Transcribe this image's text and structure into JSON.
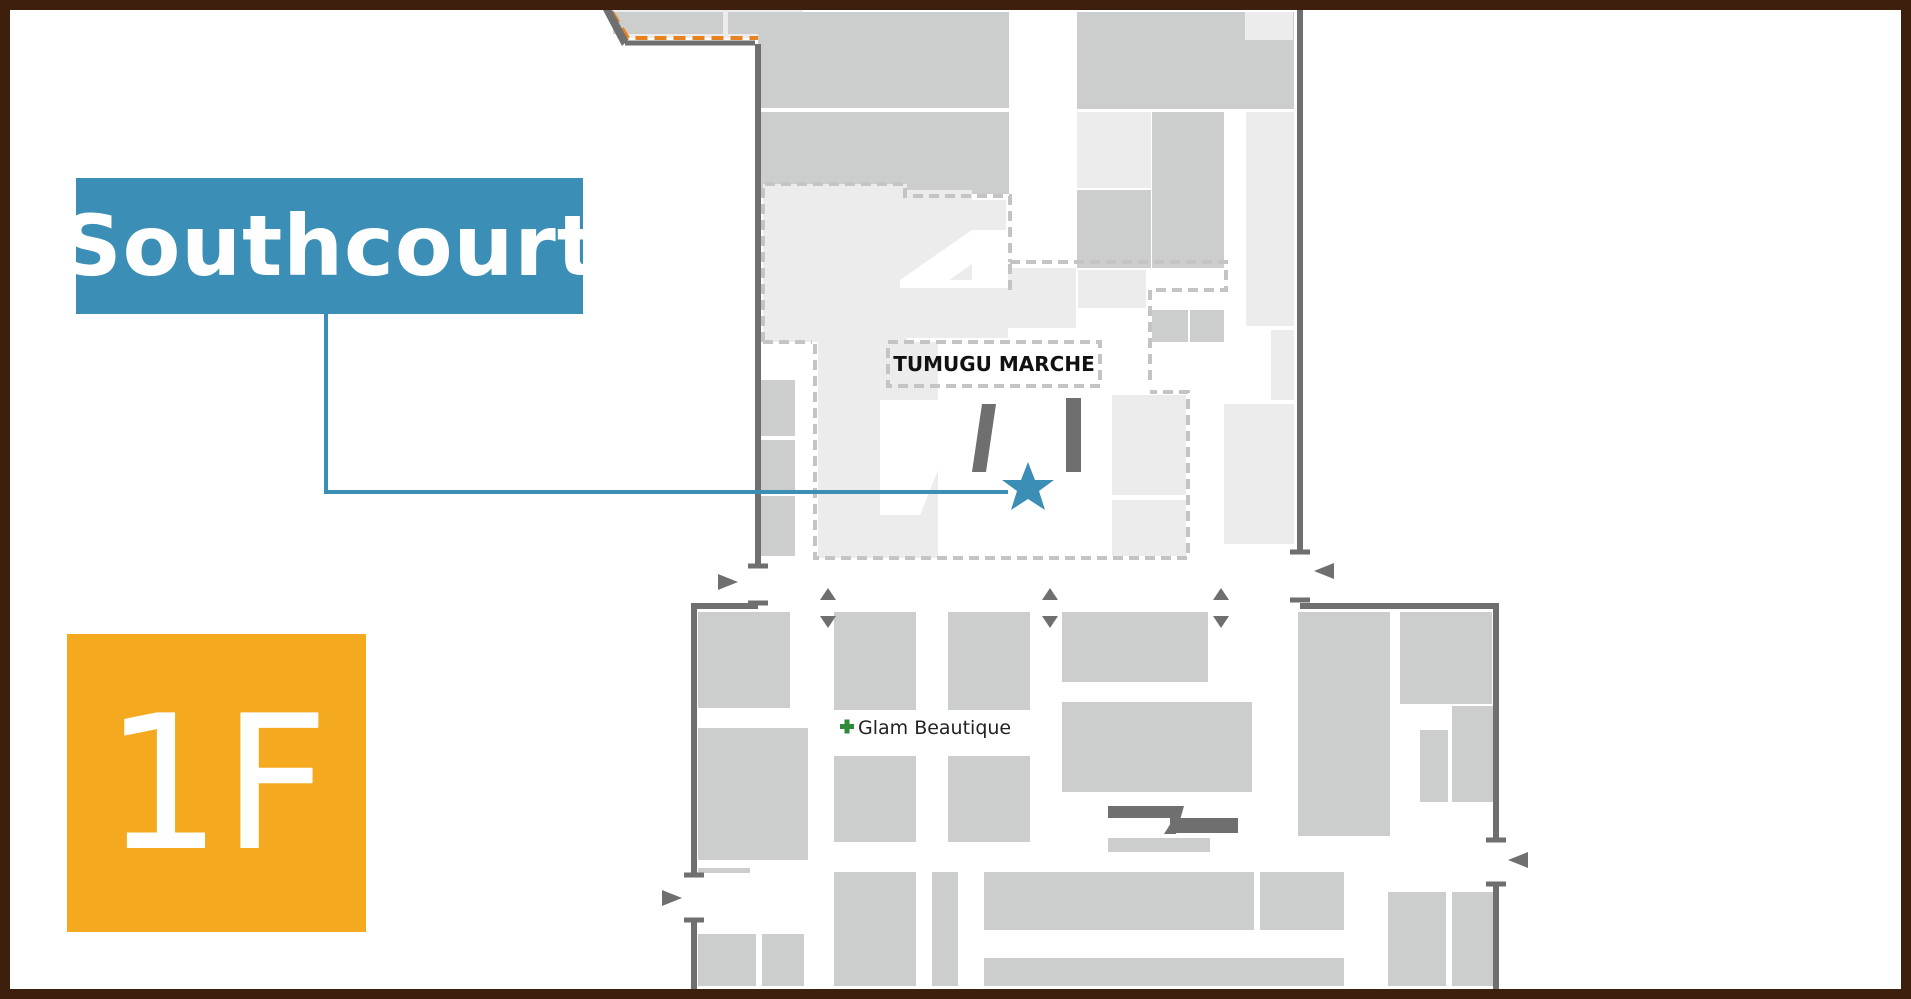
{
  "area": {
    "name": "Southcourt"
  },
  "floor": {
    "label": "1F"
  },
  "places": {
    "tumugu_marche": "TUMUGU MARCHE",
    "glam_beautique": "Glam Beautique",
    "clinic_icon": "green-cross-icon"
  },
  "markers": {
    "current_location": "star-icon"
  },
  "colors": {
    "frame": "#3d1f0d",
    "area_label_bg": "#3b8fb6",
    "floor_label_bg": "#f5a91f",
    "store_fill": "#cccdcd",
    "light_store_fill": "#ececec",
    "wall": "#6f6f6f",
    "dashed_zone": "#c4c4c4",
    "highlight_dashed": "#e8821e",
    "leader_line": "#3b8fb6",
    "clinic_cross": "#2e8b3a"
  }
}
